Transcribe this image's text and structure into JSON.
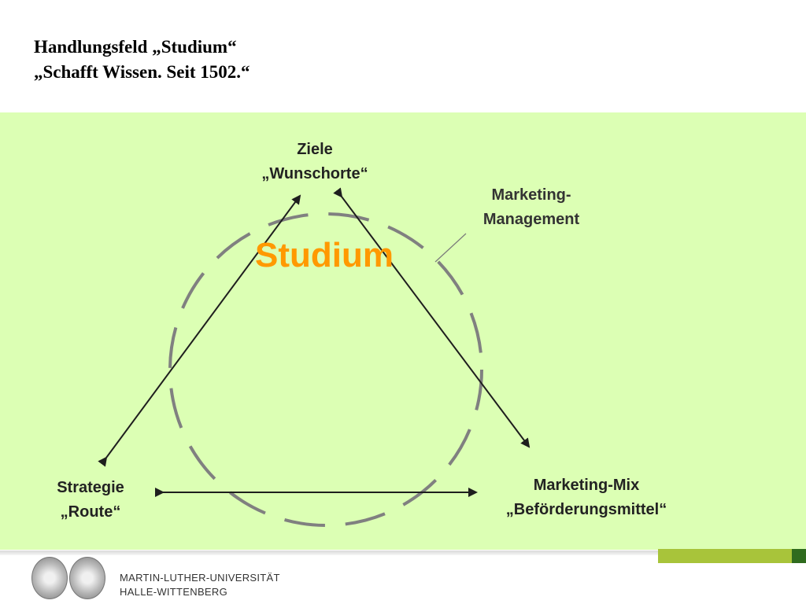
{
  "header": {
    "line1": "Handlungsfeld „Studium“",
    "line2": "„Schafft Wissen. Seit 1502.“"
  },
  "diagram": {
    "top": {
      "line1": "Ziele",
      "line2": "„Wunschorte“"
    },
    "marketing_management": {
      "line1": "Marketing-",
      "line2": "Management"
    },
    "center": "Studium",
    "left": {
      "line1": "Strategie",
      "line2": "„Route“"
    },
    "right": {
      "line1": "Marketing-Mix",
      "line2": "„Beförderungsmittel“"
    }
  },
  "footer": {
    "university_line1": "MARTIN-LUTHER-UNIVERSITÄT",
    "university_line2": "HALLE-WITTENBERG"
  },
  "colors": {
    "panel_bg": "#dcffb4",
    "accent": "#ff9900",
    "bar_light": "#a8c43a",
    "bar_dark": "#2f6b1e"
  }
}
